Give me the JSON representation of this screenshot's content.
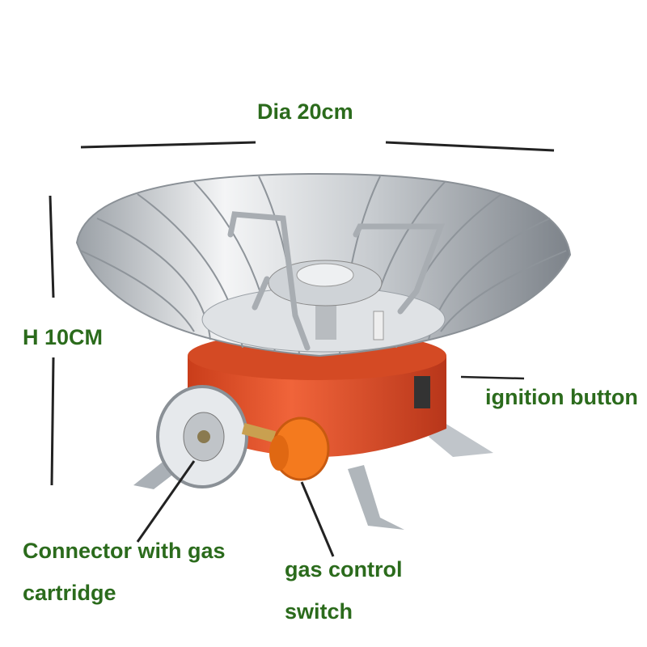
{
  "colors": {
    "label": "#2b6b1c",
    "body": "#e8542a",
    "knob": "#f47a1e"
  },
  "labels": {
    "diameter": "Dia 20cm",
    "height": "H 10CM",
    "ignition": "ignition button",
    "connector_line1": "Connector with gas",
    "connector_line2": "cartridge",
    "gas_line1": "gas control",
    "gas_line2": "switch"
  }
}
